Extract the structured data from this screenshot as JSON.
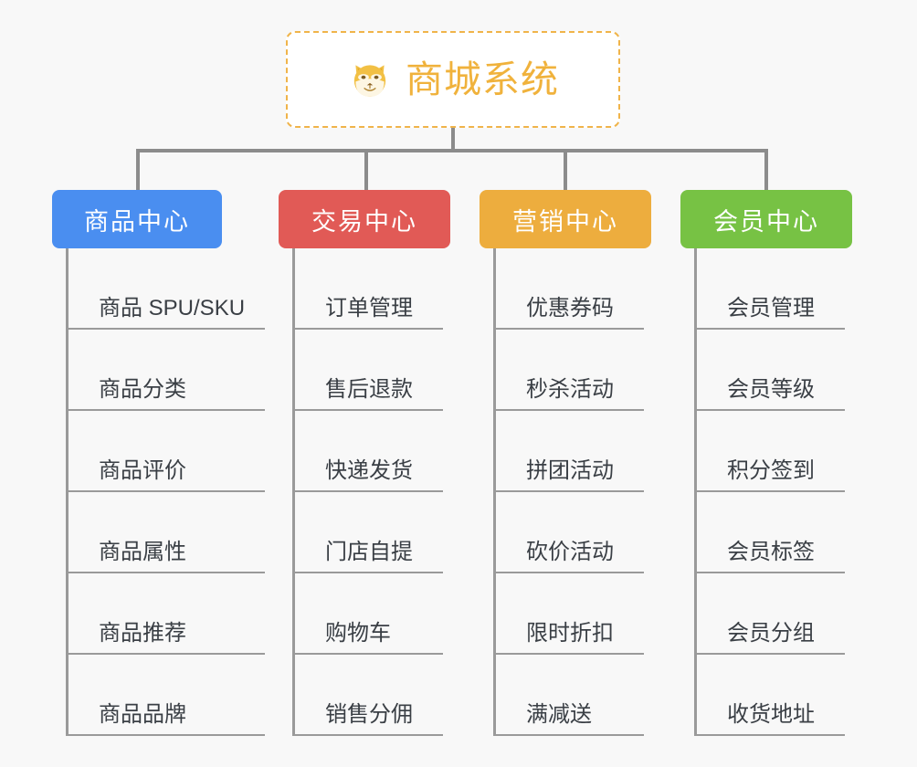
{
  "diagram": {
    "type": "mindmap-tree",
    "background_color": "#f8f8f8",
    "connector_color": "#8c8c8c",
    "leaf_text_color": "#3a3f45"
  },
  "root": {
    "title": "商城系统",
    "icon": "shiba-dog-icon",
    "border_color": "#f0b44a",
    "text_color": "#f0b23c",
    "background_color": "#ffffff"
  },
  "columns": [
    {
      "label": "商品中心",
      "color": "#4a8ef0",
      "items": [
        "商品 SPU/SKU",
        "商品分类",
        "商品评价",
        "商品属性",
        "商品推荐",
        "商品品牌"
      ]
    },
    {
      "label": "交易中心",
      "color": "#e15a56",
      "items": [
        "订单管理",
        "售后退款",
        "快递发货",
        "门店自提",
        "购物车",
        "销售分佣"
      ]
    },
    {
      "label": "营销中心",
      "color": "#edad3e",
      "items": [
        "优惠券码",
        "秒杀活动",
        "拼团活动",
        "砍价活动",
        "限时折扣",
        "满减送"
      ]
    },
    {
      "label": "会员中心",
      "color": "#77c244",
      "items": [
        "会员管理",
        "会员等级",
        "积分签到",
        "会员标签",
        "会员分组",
        "收货地址"
      ]
    }
  ]
}
